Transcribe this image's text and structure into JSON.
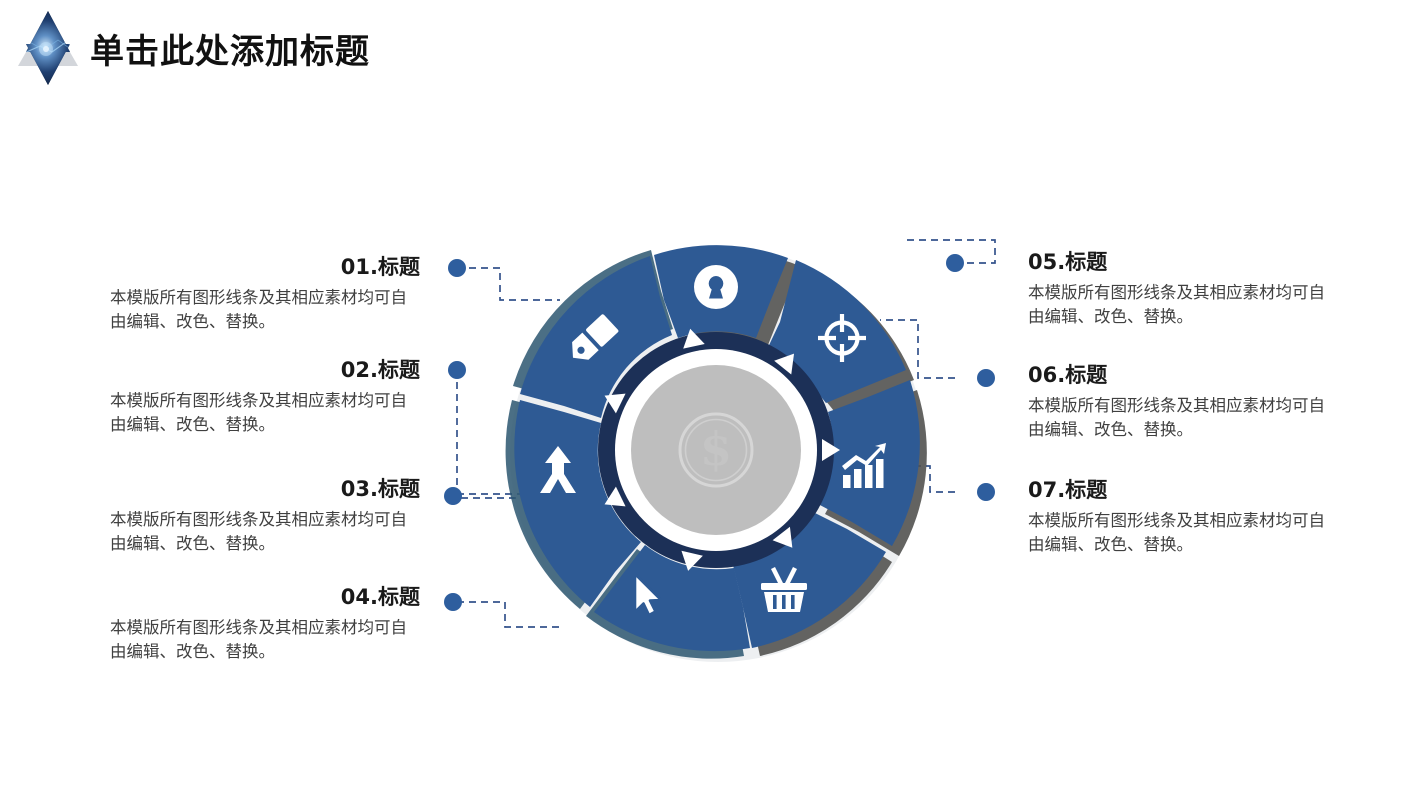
{
  "header": {
    "title": "单击此处添加标题",
    "logo_name": "star-of-david-logo"
  },
  "colors": {
    "segment_blue": "#2E5A94",
    "segment_blue_dark": "#2A5189",
    "inner_ring_navy": "#1C3057",
    "shadow_gray": "#4A4A48",
    "shadow_teal": "#2C5670",
    "center_disc_gray": "#BEBEBE",
    "coin_gray": "#C9C9C9",
    "dot_blue": "#2E5E9E",
    "connector_dash": "#34538C",
    "heading_text": "#1a1a1a",
    "body_text": "#404040",
    "title_text": "#111111"
  },
  "items": [
    {
      "id": "01",
      "heading": "01.标题",
      "body": "本模版所有图形线条及其相应素材均可自由编辑、改色、替换。",
      "icon": "pen-nib-icon",
      "side": "left"
    },
    {
      "id": "02",
      "heading": "02.标题",
      "body": "本模版所有图形线条及其相应素材均可自由编辑、改色、替换。",
      "icon": "merge-arrow-icon",
      "side": "left"
    },
    {
      "id": "03",
      "heading": "03.标题",
      "body": "本模版所有图形线条及其相应素材均可自由编辑、改色、替换。",
      "icon": "cursor-pointer-icon",
      "side": "left"
    },
    {
      "id": "04",
      "heading": "04.标题",
      "body": "本模版所有图形线条及其相应素材均可自由编辑、改色、替换。",
      "icon": "shopping-basket-icon",
      "side": "left"
    },
    {
      "id": "05",
      "heading": "05.标题",
      "body": "本模版所有图形线条及其相应素材均可自由编辑、改色、替换。",
      "icon": "keyhole-lock-icon",
      "side": "right"
    },
    {
      "id": "06",
      "heading": "06.标题",
      "body": "本模版所有图形线条及其相应素材均可自由编辑、改色、替换。",
      "icon": "crosshair-target-icon",
      "side": "right"
    },
    {
      "id": "07",
      "heading": "07.标题",
      "body": "本模版所有图形线条及其相应素材均可自由编辑、改色、替换。",
      "icon": "growth-bar-chart-icon",
      "side": "right"
    }
  ],
  "diagram": {
    "name": "seven-segment-circular-arrow-wheel",
    "center_icon": "dollar-coin-icon",
    "segment_count": 7,
    "segment_icons": [
      "keyhole-lock-icon",
      "crosshair-target-icon",
      "growth-bar-chart-icon",
      "shopping-basket-icon",
      "cursor-pointer-icon",
      "merge-arrow-icon",
      "pen-nib-icon"
    ]
  }
}
